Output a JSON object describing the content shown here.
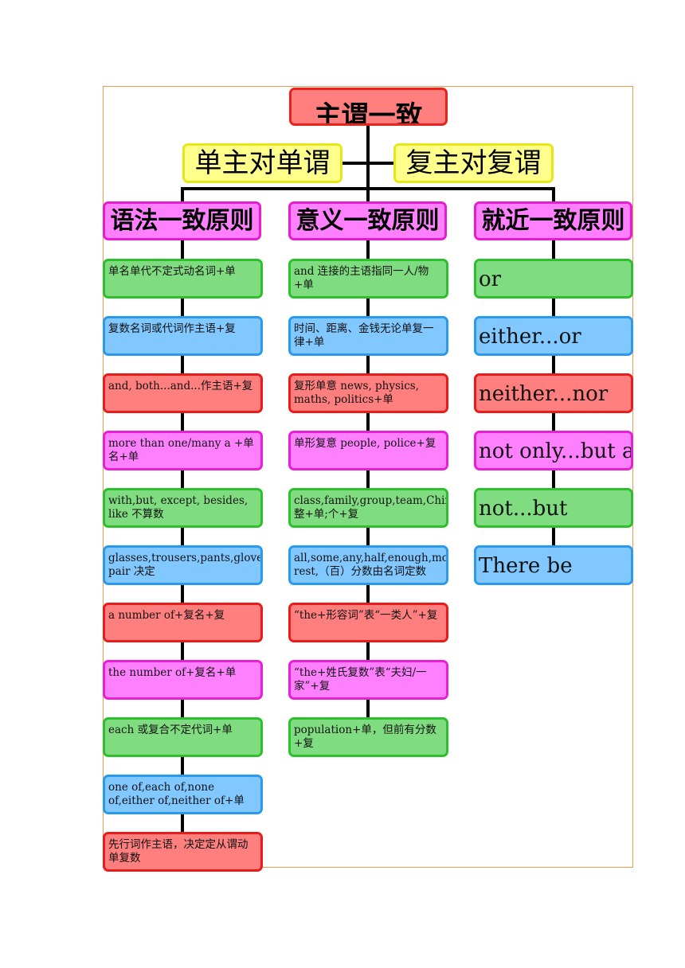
{
  "title": "主谓一致",
  "subheads": [
    "单主对单谓",
    "复主对复谓"
  ],
  "columns": [
    {
      "heading": "语法一致原则",
      "items": [
        {
          "text": "单名单代不定式动名词+单",
          "color": "green"
        },
        {
          "text": "复数名词或代词作主语+复",
          "color": "blue"
        },
        {
          "text": "and, both...and...作主语+复",
          "color": "red"
        },
        {
          "text": "more than one/many a +单名+单",
          "color": "pink"
        },
        {
          "text": "with,but, except, besides, like 不算数",
          "color": "green"
        },
        {
          "text": "glasses,trousers,pants,gloves,shoes,scissors+复，pair 决定",
          "color": "blue"
        },
        {
          "text": "a number of+复名+复",
          "color": "red"
        },
        {
          "text": "the number of+复名+单",
          "color": "pink"
        },
        {
          "text": "each 或复合不定代词+单",
          "color": "green"
        },
        {
          "text": "one of,each of,none of,either of,neither of+单",
          "color": "blue"
        },
        {
          "text": "先行词作主语，决定定从谓动单复数",
          "color": "red"
        }
      ]
    },
    {
      "heading": "意义一致原则",
      "items": [
        {
          "text": "and 连接的主语指同一人/物+单",
          "color": "green"
        },
        {
          "text": "时间、距离、金钱无论单复一律+单",
          "color": "blue"
        },
        {
          "text": "复形单意 news, physics, maths, politics+单",
          "color": "red"
        },
        {
          "text": "单形复意 people, police+复",
          "color": "pink"
        },
        {
          "text": "class,family,group,team,Chinese,Japanese 整+单;个+复",
          "color": "green"
        },
        {
          "text": "all,some,any,half,enough,most,the rest,（百）分数由名词定数",
          "color": "blue"
        },
        {
          "text": "“the+形容词”表“一类人”+复",
          "color": "red"
        },
        {
          "text": "“the+姓氏复数”表“夫妇/一家”+复",
          "color": "pink"
        },
        {
          "text": "population+单，但前有分数+复",
          "color": "green"
        }
      ]
    },
    {
      "heading": "就近一致原则",
      "items": [
        {
          "text": "or",
          "color": "green"
        },
        {
          "text": "either...or",
          "color": "blue"
        },
        {
          "text": "neither...nor",
          "color": "red"
        },
        {
          "text": "not only...but also",
          "color": "pink"
        },
        {
          "text": "not...but",
          "color": "green"
        },
        {
          "text": "There be",
          "color": "blue"
        }
      ]
    }
  ]
}
